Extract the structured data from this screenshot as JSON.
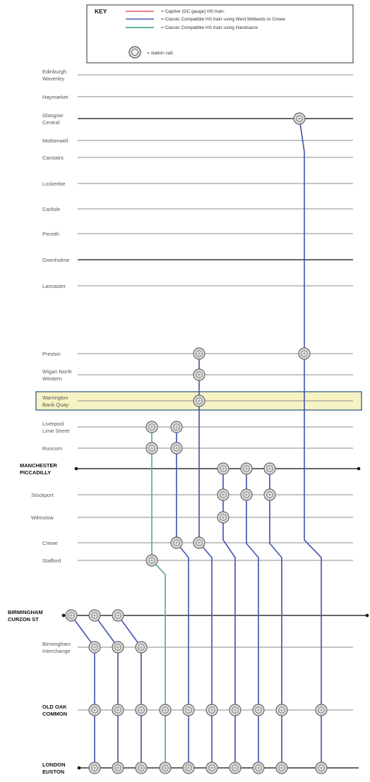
{
  "key": {
    "title": "KEY",
    "entries": [
      {
        "text": "= Captive (GC gauge) HS train.",
        "color": "#e0555f"
      },
      {
        "text": "= Classic Compatible HS train using West Midlands to Crewe",
        "color": "#4a5bb0"
      },
      {
        "text": "= Classic Compatible HS train using Handsacre",
        "color": "#2e9e6e"
      }
    ],
    "station_call_text": "= station call."
  },
  "colors": {
    "blue_route": "#4a5bb0",
    "green_route": "#5fae8e",
    "highlight_fill": "#f8f3c4",
    "highlight_border": "#2f5f86"
  },
  "stations": [
    {
      "id": "edinburgh",
      "lines": [
        "Edinburgh",
        "Waverley"
      ],
      "major": false
    },
    {
      "id": "haymarket",
      "lines": [
        "Haymarket"
      ],
      "major": false
    },
    {
      "id": "glasgow",
      "lines": [
        "Glasgow",
        "Central"
      ],
      "major": false
    },
    {
      "id": "motherwell",
      "lines": [
        "Motherwell"
      ],
      "major": false
    },
    {
      "id": "carstairs",
      "lines": [
        "Carstairs"
      ],
      "major": false
    },
    {
      "id": "lockerbie",
      "lines": [
        "Lockerbie"
      ],
      "major": false
    },
    {
      "id": "carlisle",
      "lines": [
        "Carlisle"
      ],
      "major": false
    },
    {
      "id": "penrith",
      "lines": [
        "Penrith"
      ],
      "major": false
    },
    {
      "id": "oxenholme",
      "lines": [
        "Oxenholme"
      ],
      "major": false
    },
    {
      "id": "lancaster",
      "lines": [
        "Lancaster"
      ],
      "major": false
    },
    {
      "id": "preston",
      "lines": [
        "Preston"
      ],
      "major": false
    },
    {
      "id": "wigan",
      "lines": [
        "Wigan North",
        "Western"
      ],
      "major": false
    },
    {
      "id": "warrington",
      "lines": [
        "Warrington",
        "Bank Quay"
      ],
      "major": false,
      "highlighted": true
    },
    {
      "id": "liverpool",
      "lines": [
        "Liverpool",
        "Lime Street"
      ],
      "major": false
    },
    {
      "id": "runcorn",
      "lines": [
        "Runcorn"
      ],
      "major": false
    },
    {
      "id": "manchester",
      "lines": [
        "MANCHESTER",
        "PICCADILLY"
      ],
      "major": true
    },
    {
      "id": "stockport",
      "lines": [
        "Stockport"
      ],
      "major": false
    },
    {
      "id": "wilmslow",
      "lines": [
        "Wilmslow"
      ],
      "major": false
    },
    {
      "id": "crewe",
      "lines": [
        "Crewe"
      ],
      "major": false
    },
    {
      "id": "stafford",
      "lines": [
        "Stafford"
      ],
      "major": false
    },
    {
      "id": "birmingham_curzon",
      "lines": [
        "BIRMINGHAM",
        "CURZON ST"
      ],
      "major": true
    },
    {
      "id": "birmingham_interchange",
      "lines": [
        "Birmingham",
        "Interchange"
      ],
      "major": false
    },
    {
      "id": "old_oak",
      "lines": [
        "OLD OAK",
        "COMMON"
      ],
      "major": true
    },
    {
      "id": "euston",
      "lines": [
        "LONDON",
        "EUSTON"
      ],
      "major": true
    }
  ],
  "services": [
    {
      "name": "",
      "color": "blue",
      "calls": [
        "glasgow",
        "preston",
        "old_oak",
        "euston"
      ]
    },
    {
      "name": "",
      "color": "blue",
      "calls": [
        "preston",
        "wigan",
        "warrington",
        "crewe",
        "old_oak",
        "euston"
      ]
    },
    {
      "name": "",
      "color": "green",
      "calls": [
        "liverpool",
        "runcorn",
        "stafford",
        "old_oak",
        "euston"
      ]
    },
    {
      "name": "",
      "color": "blue",
      "calls": [
        "liverpool",
        "runcorn",
        "crewe",
        "old_oak",
        "euston"
      ]
    },
    {
      "name": "",
      "color": "blue",
      "calls": [
        "manchester",
        "stockport",
        "wilmslow",
        "old_oak",
        "euston"
      ]
    },
    {
      "name": "",
      "color": "blue",
      "calls": [
        "manchester",
        "stockport",
        "old_oak",
        "euston"
      ]
    },
    {
      "name": "",
      "color": "blue",
      "calls": [
        "manchester",
        "stockport",
        "old_oak",
        "euston"
      ]
    },
    {
      "name": "",
      "color": "blue",
      "calls": [
        "birmingham_curzon",
        "birmingham_interchange",
        "old_oak",
        "euston"
      ]
    },
    {
      "name": "",
      "color": "blue",
      "calls": [
        "birmingham_curzon",
        "birmingham_interchange",
        "old_oak",
        "euston"
      ]
    },
    {
      "name": "",
      "color": "blue",
      "calls": [
        "birmingham_curzon",
        "birmingham_interchange",
        "old_oak",
        "euston"
      ]
    }
  ]
}
